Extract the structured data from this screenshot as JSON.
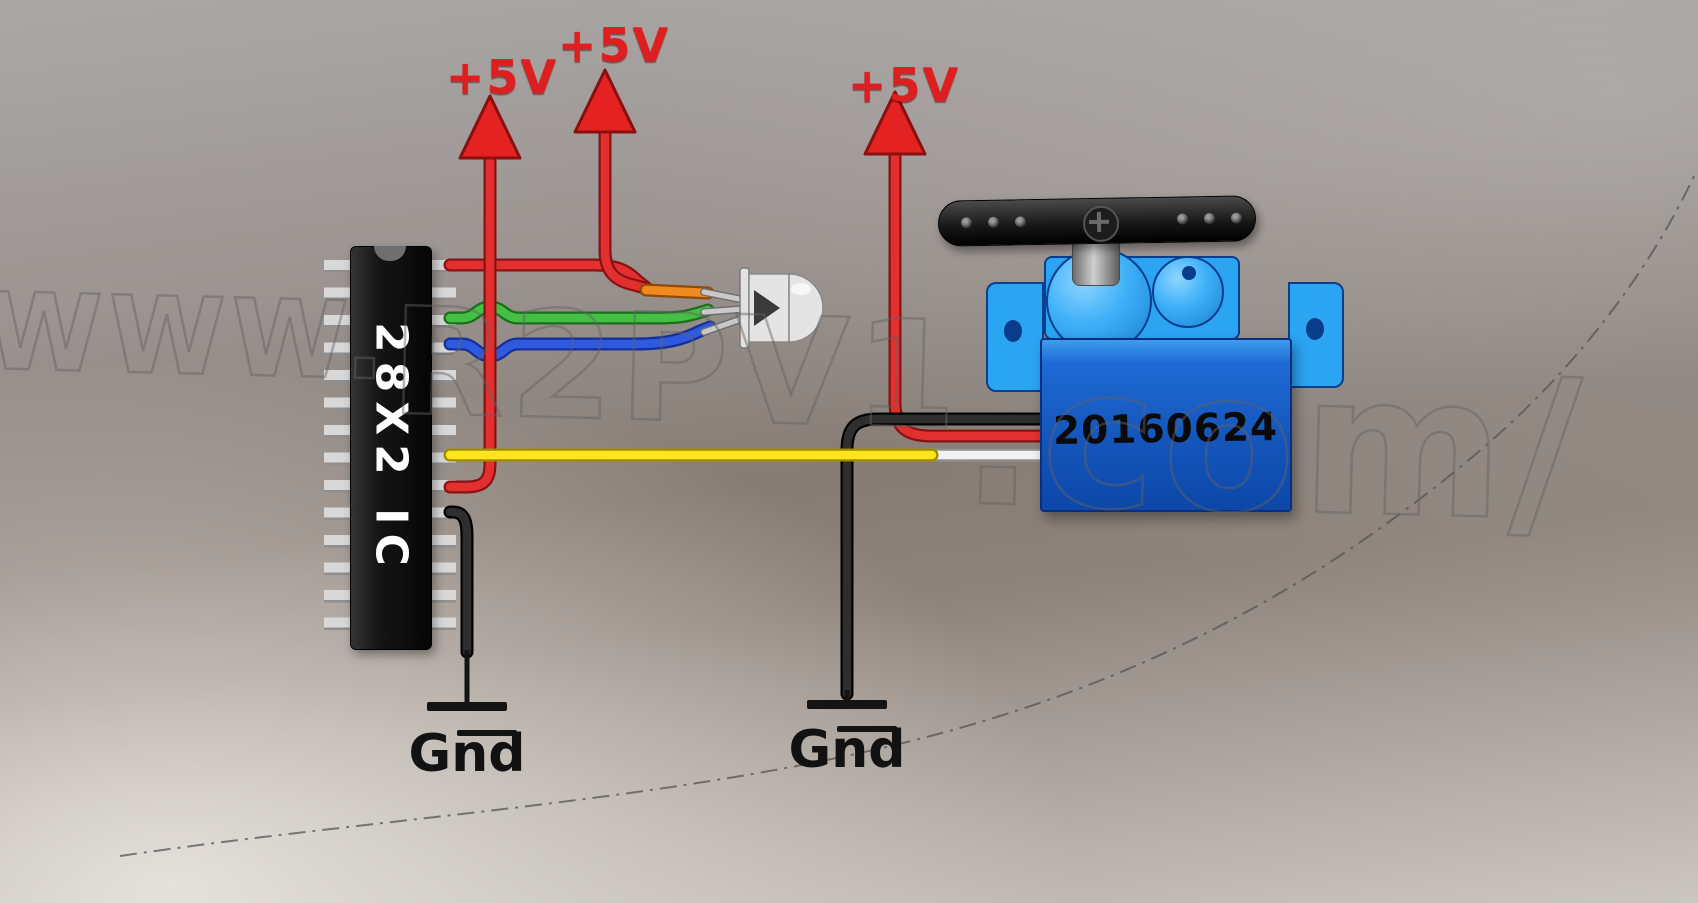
{
  "watermark": {
    "part1": "WWW.",
    "part2": "R2PV1",
    "part3": ".com/"
  },
  "ic": {
    "label": "28X2 IC"
  },
  "servo": {
    "label": "20160624"
  },
  "power": {
    "labels": [
      "+5V",
      "+5V",
      "+5V"
    ]
  },
  "ground": {
    "labels": [
      "Gnd",
      "Gnd"
    ]
  },
  "icons": {
    "power_arrow": "red up-pointing triangle",
    "ground_symbol": "vertical stem with horizontal bars",
    "horn_screw": "cross-head screw"
  },
  "colors": {
    "power_red": "#e42222",
    "wire_red": "#e23030",
    "wire_orange": "#f08a1e",
    "wire_green": "#44c044",
    "wire_blue": "#2f5ae0",
    "wire_yellow": "#ffe51e",
    "wire_black": "#1c1c1c",
    "wire_white": "#f2f2f2",
    "servo_accent_blue": "#2ba4f2",
    "servo_body_blue": "#1557bd",
    "ic_body_black": "#151515"
  }
}
